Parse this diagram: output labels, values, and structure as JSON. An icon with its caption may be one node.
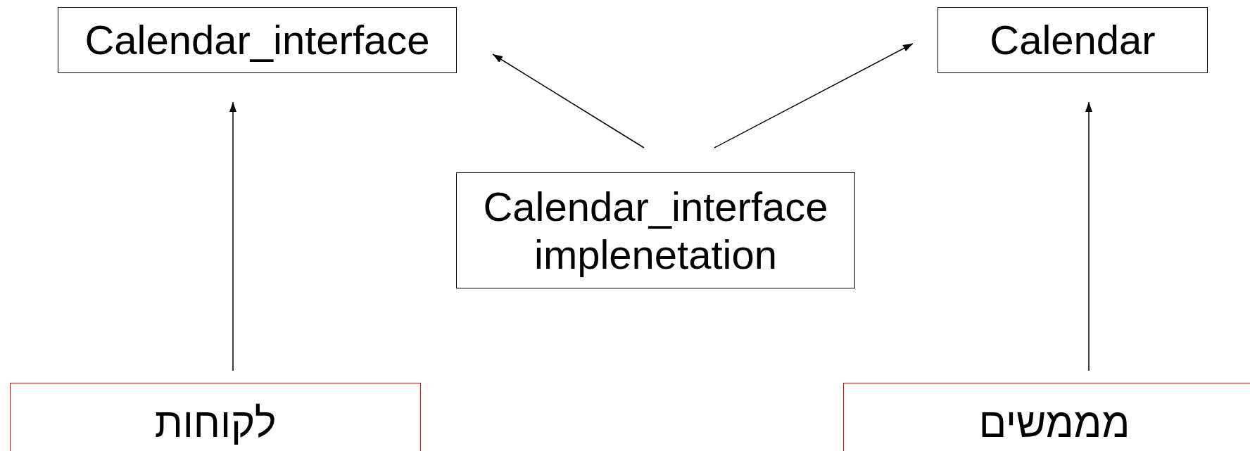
{
  "diagram": {
    "nodes": [
      {
        "text": [
          "Calendar_interface"
        ]
      },
      {
        "text": [
          "Calendar"
        ]
      },
      {
        "text": [
          "Calendar_interface implenetation"
        ]
      },
      {
        "text": [
          "לקוחות"
        ]
      },
      {
        "text": [
          "מממשים"
        ]
      }
    ],
    "edges": [
      {
        "from": 3,
        "to": 0,
        "arrow": "to"
      },
      {
        "from": 4,
        "to": 1,
        "arrow": "to"
      },
      {
        "from": 2,
        "to": 0,
        "arrow": "to"
      },
      {
        "from": 2,
        "to": 1,
        "arrow": "to"
      }
    ]
  }
}
